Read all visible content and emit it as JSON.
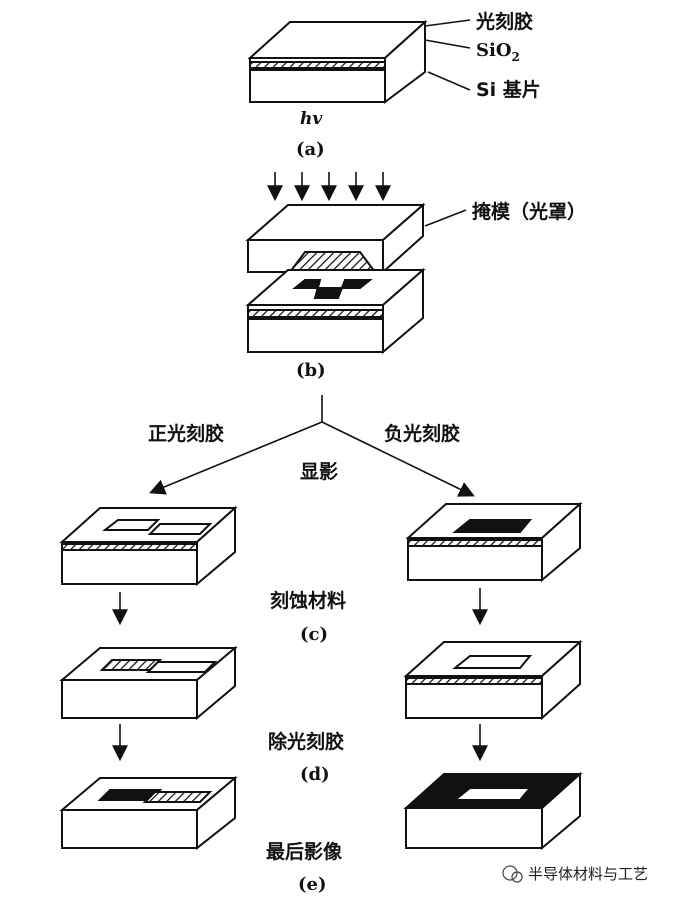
{
  "labels": {
    "photoresist": "光刻胶",
    "sio2": "SiO",
    "sio2_sub": "2",
    "si_substrate": "Si 基片",
    "hv": "hv",
    "mask": "掩模（光罩）",
    "positive_resist": "正光刻胶",
    "negative_resist": "负光刻胶",
    "develop": "显影",
    "etch": "刻蚀材料",
    "strip": "除光刻胶",
    "final_image": "最后影像"
  },
  "steps": {
    "a": "(a)",
    "b": "(b)",
    "c": "(c)",
    "d": "(d)",
    "e": "(e)"
  },
  "watermark": "半导体材料与工艺",
  "colors": {
    "ink": "#111111",
    "background": "#ffffff"
  }
}
